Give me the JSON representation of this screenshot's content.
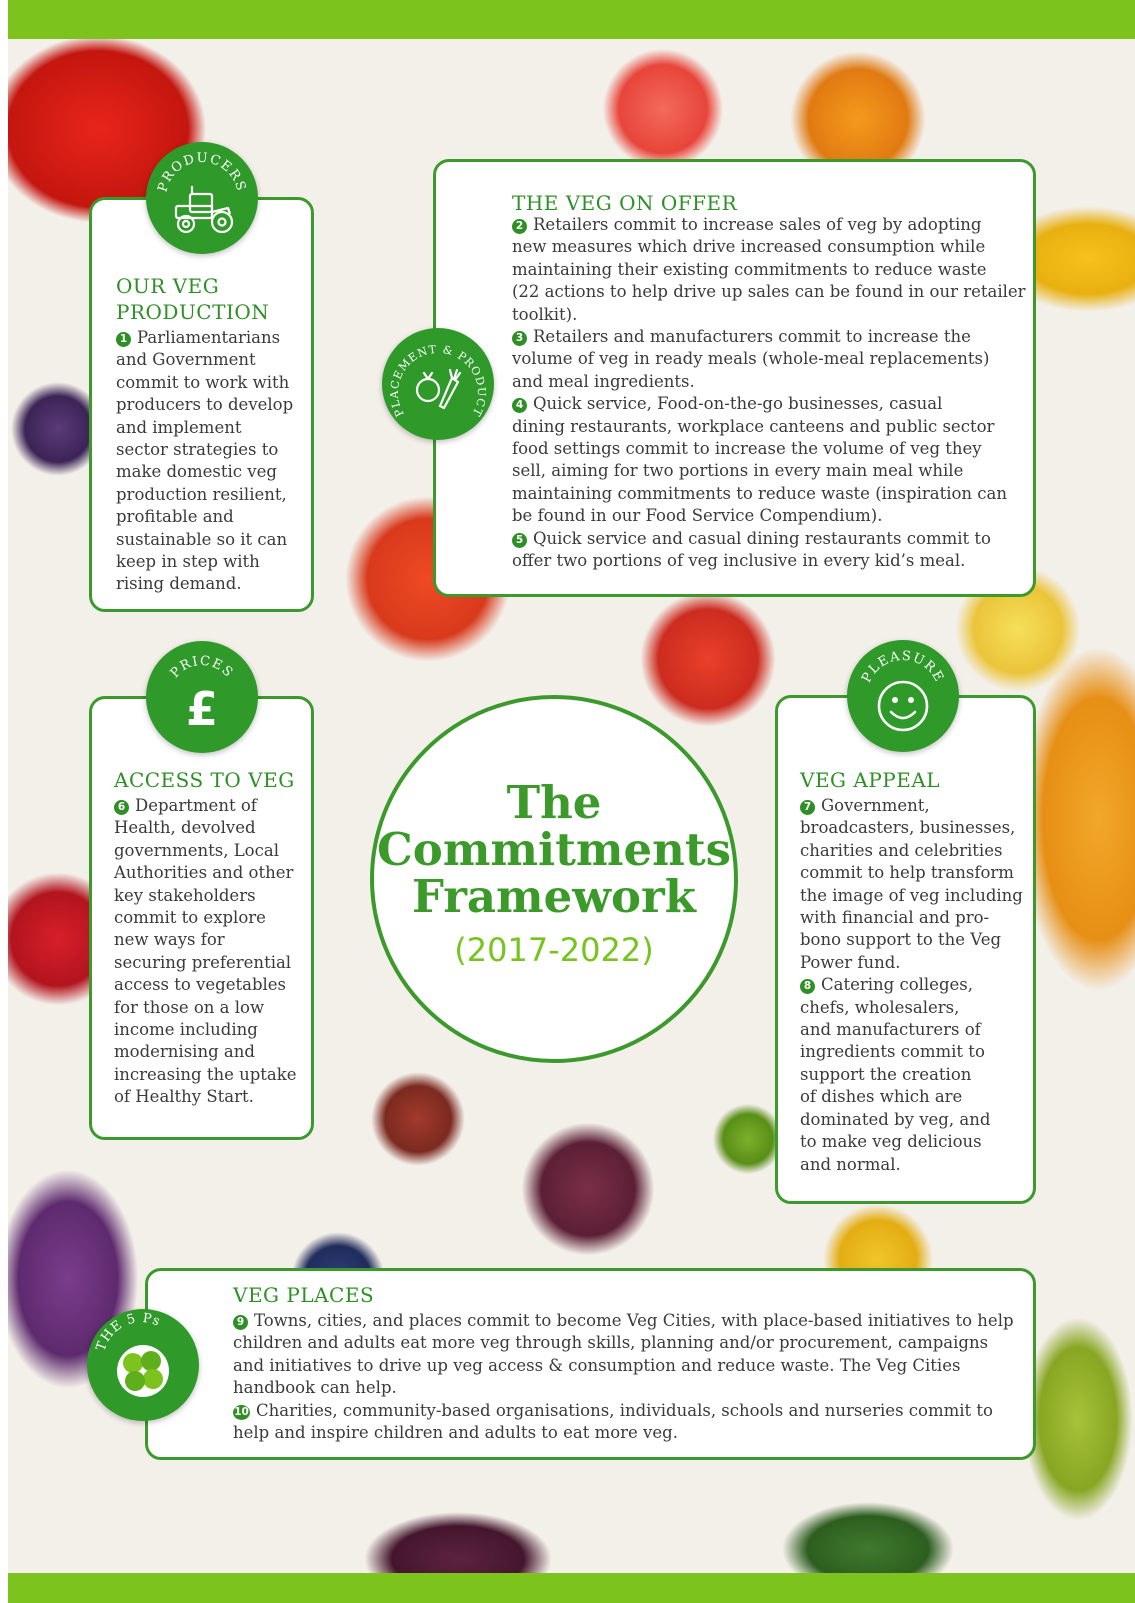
{
  "framework": {
    "title_lines": [
      "The",
      "Commitments",
      "Framework"
    ],
    "years": "(2017-2022)"
  },
  "producers": {
    "badge_label": "PRODUCERS",
    "badge_icon": "tractor-icon",
    "heading_lines": [
      "OUR VEG",
      "PRODUCTION"
    ],
    "items": [
      {
        "number": "1",
        "lines": [
          "Parliamentarians",
          "and Government",
          "commit to work with",
          "producers to develop",
          "and implement",
          "sector strategies to",
          "make domestic veg",
          "production resilient,",
          "profitable and",
          "sustainable so it can",
          "keep in step with",
          "rising demand."
        ]
      }
    ]
  },
  "placement": {
    "badge_label": "PLACEMENT & PRODUCT",
    "badge_icon": "vegetables-icon",
    "heading": "THE VEG ON OFFER",
    "items": [
      {
        "number": "2",
        "lines": [
          "Retailers commit to increase sales of veg by adopting",
          "new measures which drive increased consumption while",
          "maintaining their existing commitments to reduce waste",
          "(22 actions to help drive up sales can be found in our retailer",
          "toolkit)."
        ]
      },
      {
        "number": "3",
        "lines": [
          "Retailers and manufacturers commit to increase the",
          "volume of veg in ready meals (whole-meal replacements)",
          "and meal ingredients."
        ]
      },
      {
        "number": "4",
        "lines": [
          "Quick service, Food-on-the-go businesses, casual",
          "dining restaurants, workplace canteens and public sector",
          "food settings commit to increase the volume of veg they",
          "sell, aiming for two portions in every main meal while",
          "maintaining commitments to reduce waste (inspiration can",
          "be found in our Food Service Compendium)."
        ]
      },
      {
        "number": "5",
        "lines": [
          "Quick service and casual dining restaurants commit to",
          "offer two portions of veg inclusive in every kid’s meal."
        ]
      }
    ]
  },
  "prices": {
    "badge_label": "PRICES",
    "badge_icon": "pound-sign-icon",
    "badge_symbol": "£",
    "heading": "ACCESS TO VEG",
    "items": [
      {
        "number": "6",
        "lines": [
          "Department of",
          "Health, devolved",
          "governments, Local",
          "Authorities and other",
          "key stakeholders",
          "commit to explore",
          "new ways for",
          "securing preferential",
          "access to vegetables",
          "for those on a low",
          "income including",
          "modernising and",
          "increasing the uptake",
          "of Healthy Start."
        ]
      }
    ]
  },
  "pleasure": {
    "badge_label": "PLEASURE",
    "badge_icon": "smiley-face-icon",
    "heading": "VEG APPEAL",
    "items": [
      {
        "number": "7",
        "lines": [
          "Government,",
          "broadcasters, businesses,",
          "charities and celebrities",
          "commit to help transform",
          "the image of veg including",
          "with financial and pro-",
          "bono support to the Veg",
          "Power fund."
        ]
      },
      {
        "number": "8",
        "lines": [
          "Catering colleges,",
          "chefs, wholesalers,",
          "and manufacturers of",
          "ingredients commit to",
          "support the creation",
          "of dishes which are",
          "dominated by veg, and",
          "to make veg delicious",
          "and normal."
        ]
      }
    ]
  },
  "places": {
    "badge_label": "THE 5 Ps",
    "badge_icon": "peas-icon",
    "heading": "VEG PLACES",
    "items": [
      {
        "number": "9",
        "lines": [
          "Towns, cities, and places commit to become Veg Cities, with place-based initiatives to help",
          "children and adults eat more veg through skills, planning and/or procurement, campaigns",
          "and initiatives to drive up veg access & consumption and reduce waste. The Veg Cities",
          "handbook can help."
        ]
      },
      {
        "number": "10",
        "lines": [
          "Charities, community-based organisations, individuals, schools and nurseries commit to",
          "help and inspire children and adults to eat more veg."
        ]
      }
    ]
  },
  "colors": {
    "brand_green": "#3c9a2d",
    "lime_bar": "#7cc31e",
    "years_green": "#78c41e"
  }
}
